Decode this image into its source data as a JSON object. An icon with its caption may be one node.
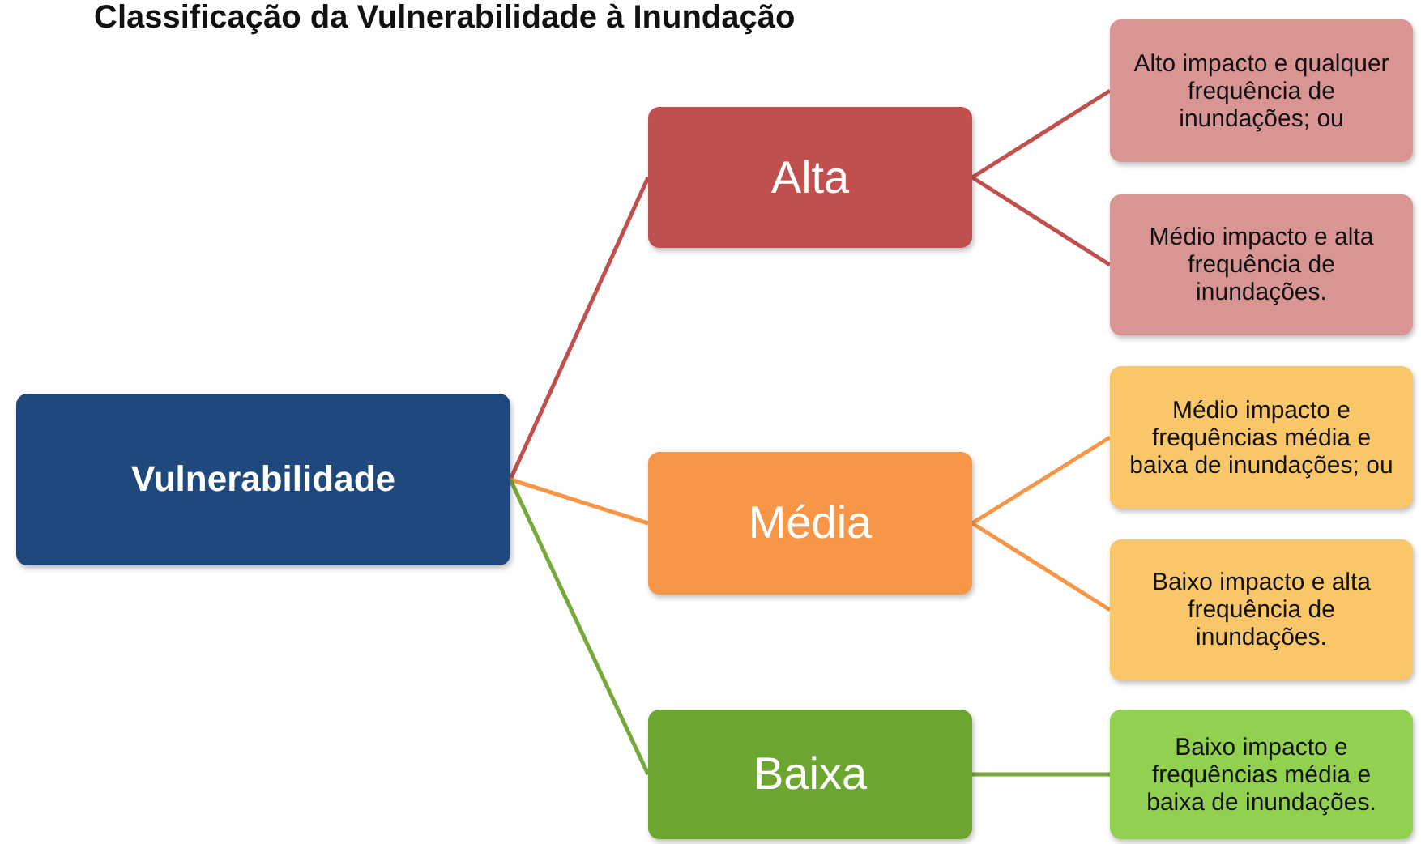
{
  "diagram": {
    "title": "Classificação da Vulnerabilidade à Inundação",
    "nodes": [
      {
        "text": [
          "Vulnerabilidade"
        ]
      },
      {
        "text": [
          "Alta"
        ]
      },
      {
        "text": [
          "Média"
        ]
      },
      {
        "text": [
          "Baixa"
        ]
      },
      {
        "text": [
          "Alto impacto e qualquer frequência de inundações; ou"
        ]
      },
      {
        "text": [
          "Médio impacto e alta frequência de inundações."
        ]
      },
      {
        "text": [
          "Médio impacto e frequências média e baixa de inundações; ou"
        ]
      },
      {
        "text": [
          "Baixo impacto e alta frequência de inundações."
        ]
      },
      {
        "text": [
          "Baixo impacto e frequências média e baixa de inundações."
        ]
      }
    ],
    "edges": [
      {
        "from": 0,
        "to": 1,
        "arrow": "none",
        "color": "#c0504d"
      },
      {
        "from": 0,
        "to": 2,
        "arrow": "none",
        "color": "#f79646"
      },
      {
        "from": 0,
        "to": 3,
        "arrow": "none",
        "color": "#77a83a"
      },
      {
        "from": 1,
        "to": 4,
        "arrow": "none",
        "color": "#c0504d"
      },
      {
        "from": 1,
        "to": 5,
        "arrow": "none",
        "color": "#c0504d"
      },
      {
        "from": 2,
        "to": 6,
        "arrow": "none",
        "color": "#f79646"
      },
      {
        "from": 2,
        "to": 7,
        "arrow": "none",
        "color": "#f79646"
      },
      {
        "from": 3,
        "to": 8,
        "arrow": "none",
        "color": "#77a83a"
      }
    ]
  }
}
